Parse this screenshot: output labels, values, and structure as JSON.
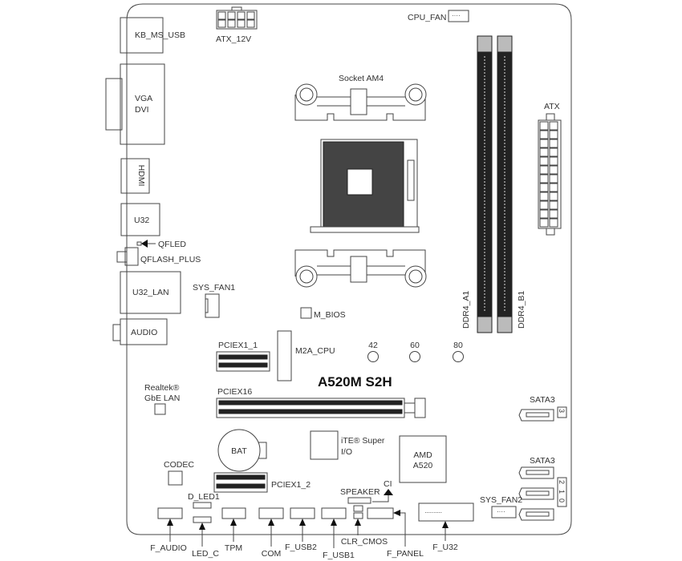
{
  "board": {
    "model": "A520M S2H",
    "rear_io": {
      "kb_ms_usb": "KB_MS_USB",
      "vga": "VGA",
      "dvi": "DVI",
      "hdmi": "HDMI",
      "u32": "U32",
      "qfled": "QFLED",
      "qflash_plus": "QFLASH_PLUS",
      "u32_lan": "U32_LAN",
      "audio": "AUDIO"
    },
    "power": {
      "atx_12v": "ATX_12V",
      "atx": "ATX"
    },
    "cpu": {
      "socket": "Socket AM4",
      "cpu_fan": "CPU_FAN"
    },
    "memory": {
      "slot_a1": "DDR4_A1",
      "slot_b1": "DDR4_B1"
    },
    "chips": {
      "m_bios": "M_BIOS",
      "realtek_line1": "Realtek®",
      "realtek_line2": "GbE LAN",
      "ite_line1": "iTE® Super",
      "ite_line2": "I/O",
      "amd_line1": "AMD",
      "amd_line2": "A520",
      "codec": "CODEC",
      "battery": "BAT"
    },
    "slots": {
      "pciex1_1": "PCIEX1_1",
      "pciex16": "PCIEX16",
      "pciex1_2": "PCIEX1_2",
      "m2a_cpu": "M2A_CPU"
    },
    "m2_standoffs": [
      "42",
      "60",
      "80"
    ],
    "sata": {
      "label_top": "SATA3",
      "port_top": "3",
      "label_bottom": "SATA3",
      "ports_bottom": [
        "0",
        "1",
        "2"
      ]
    },
    "fans": {
      "sys_fan1": "SYS_FAN1",
      "sys_fan2": "SYS_FAN2"
    },
    "headers": {
      "d_led1": "D_LED1",
      "speaker": "SPEAKER",
      "ci": "CI",
      "f_audio": "F_AUDIO",
      "led_c": "LED_C",
      "tpm": "TPM",
      "com": "COM",
      "f_usb2": "F_USB2",
      "f_usb1": "F_USB1",
      "clr_cmos": "CLR_CMOS",
      "f_panel": "F_PANEL",
      "f_u32": "F_U32"
    }
  }
}
